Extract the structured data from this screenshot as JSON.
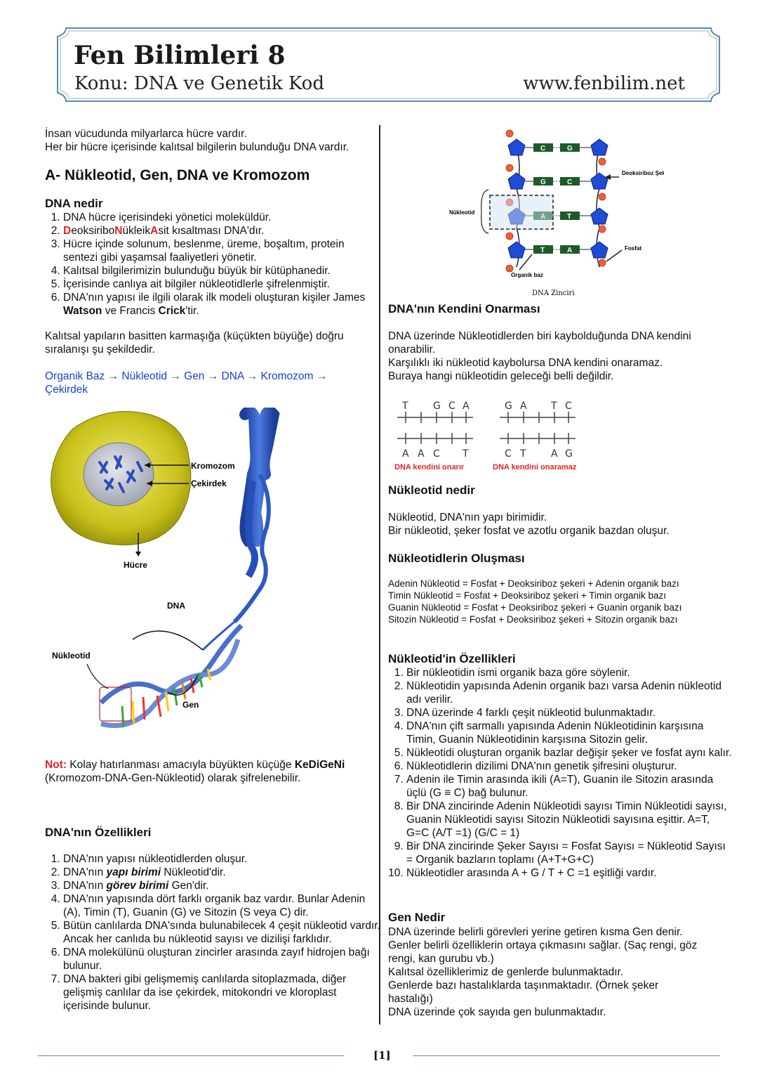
{
  "header": {
    "title": "Fen Bilimleri 8",
    "topic": "Konu: DNA ve Genetik Kod",
    "website": "www.fenbilim.net"
  },
  "left": {
    "intro_1": "İnsan vücudunda milyarlarca hücre vardır.",
    "intro_2": "Her bir hücre içerisinde kalıtsal bilgilerin bulunduğu DNA vardır.",
    "section_title": "A- Nükleotid, Gen, DNA ve Kromozom",
    "dna_nedir_title": "DNA nedir",
    "dna_nedir_items": [
      "DNA hücre içerisindeki yönetici moleküldür.",
      "",
      "Hücre içinde solunum, beslenme, üreme, boşaltım, protein sentezi gibi yaşamsal faaliyetleri yönetir.",
      "Kalıtsal bilgilerimizin bulunduğu büyük bir kütüphanedir.",
      "İçerisinde canlıya ait bilgiler nükleotidlerle şifrelenmiştir.",
      ""
    ],
    "acronym": {
      "d": "D",
      "p1": "eoksiribo",
      "n": "N",
      "p2": "ükleik",
      "a": "A",
      "p3": "sit kısaltması DNA'dır."
    },
    "item6": {
      "p1": "DNA'nın yapısı ile ilgili olarak ilk modeli oluşturan kişiler James ",
      "b1": "Watson",
      "p2": " ve Francis ",
      "b2": "Crick",
      "p3": "'tir."
    },
    "order_text": "Kalıtsal yapıların basitten karmaşığa (küçükten büyüğe) doğru sıralanışı şu şekildedir.",
    "order_chain": "Organik Baz  →  Nükleotid  →  Gen  →  DNA  →  Kromozom  →  Çekirdek",
    "figure_labels": {
      "kromozom": "Kromozom",
      "cekirdek": "Çekirdek",
      "hucre": "Hücre",
      "dna": "DNA",
      "nukleotid": "Nükleotid",
      "gen": "Gen"
    },
    "note": {
      "label": "Not:",
      "p1": " Kolay hatırlanması amacıyla büyükten küçüğe ",
      "b": "KeDiGeNi",
      "p2": " (Kromozom-DNA-Gen-Nükleotid) olarak şifrelenebilir."
    },
    "ozellik_title": "DNA'nın Özellikleri",
    "ozellik_items": [
      "DNA'nın yapısı nükleotidlerden oluşur.",
      "",
      "",
      "DNA'nın yapısında dört farklı organik baz vardır. Bunlar Adenin (A), Timin (T), Guanin (G) ve Sitozin (S veya C) dir.",
      "Bütün canlılarda DNA'sında bulunabilecek 4 çeşit nükleotid vardır. Ancak her canlıda bu nükleotid sayısı ve dizilişi farklıdır.",
      "DNA molekülünü oluşturan zincirler arasında zayıf hidrojen bağı bulunur.",
      "DNA bakteri gibi gelişmemiş canlılarda sitoplazmada, diğer gelişmiş canlılar da ise çekirdek, mitokondri ve kloroplast içerisinde bulunur."
    ],
    "oz2": {
      "p1": "DNA'nın ",
      "bi": "yapı birimi",
      "p2": " Nükleotid'dir."
    },
    "oz3": {
      "p1": "DNA'nın ",
      "bi": "görev birimi",
      "p2": " Gen'dir."
    }
  },
  "right": {
    "figure_labels": {
      "deoksiriboz": "Deoksiriboz Şekeri",
      "nukleotid": "Nükleotid",
      "fosfat": "Fosfat",
      "organik_baz": "Organik baz",
      "caption": "DNA Zinciri",
      "pairs": [
        [
          "C",
          "G"
        ],
        [
          "G",
          "C"
        ],
        [
          "A",
          "T"
        ],
        [
          "T",
          "A"
        ]
      ]
    },
    "onarma_title": "DNA'nın Kendini Onarması",
    "onarma_text": [
      "DNA üzerinde Nükleotidlerden biri kaybolduğunda DNA kendini onarabilir.",
      "Karşılıklı iki nükleotid kaybolursa DNA kendini onaramaz.",
      "Buraya hangi nükleotidin geleceği belli değildir."
    ],
    "repair_fig": {
      "left_top": [
        "T",
        "",
        "G",
        "C",
        "A"
      ],
      "left_bottom": [
        "A",
        "A",
        "C",
        "",
        "T"
      ],
      "right_top": [
        "G",
        "A",
        "",
        "T",
        "C"
      ],
      "right_bottom": [
        "C",
        "T",
        "",
        "A",
        "G"
      ],
      "left_caption": "DNA kendini onarır",
      "right_caption": "DNA kendini onaramaz"
    },
    "nukleotid_title": "Nükleotid nedir",
    "nukleotid_text": [
      "Nükleotid, DNA'nın yapı birimidir.",
      "Bir nükleotid, şeker fosfat ve azotlu organik bazdan oluşur."
    ],
    "olusma_title": "Nükleotidlerin Oluşması",
    "olusma_lines": [
      "Adenin Nükleotid = Fosfat + Deoksiriboz şekeri + Adenin organik bazı",
      "Timin Nükleotid = Fosfat + Deoksiriboz şekeri + Timin organik bazı",
      "Guanin Nükleotid = Fosfat + Deoksiriboz şekeri + Guanin organik bazı",
      "Sitozin Nükleotid = Fosfat + Deoksiriboz şekeri + Sitozin organik bazı"
    ],
    "ozellik_title": "Nükleotid'in Özellikleri",
    "ozellik_items": [
      "Bir nükleotidin ismi organik baza göre söylenir.",
      "Nükleotidin yapısında Adenin organik bazı varsa Adenin nükleotid adı verilir.",
      "DNA üzerinde 4 farklı çeşit nükleotid bulunmaktadır.",
      "DNA'nın çift sarmallı yapısında Adenin Nükleotidinin karşısına Timin, Guanin Nükleotidinin karşısına Sitozin gelir.",
      "Nükleotidi oluşturan organik bazlar değişir şeker ve fosfat aynı kalır.",
      "Nükleotidlerin dizilimi DNA'nın genetik şifresini oluşturur.",
      "Adenin ile Timin arasında ikili (A=T), Guanin ile Sitozin arasında üçlü (G ≡ C) bağ bulunur.",
      "Bir DNA zincirinde Adenin Nükleotidi sayısı Timin Nükleotidi sayısı, Guanin Nükleotidi sayısı Sitozin Nükleotidi sayısına eşittir. A=T, G=C   (A/T =1)  (G/C = 1)",
      "Bir DNA zincirinde Şeker Sayısı = Fosfat Sayısı = Nükleotid Sayısı = Organik bazların toplamı (A+T+G+C)",
      "Nükleotidler arasında A + G / T + C =1 eşitliği vardır."
    ],
    "gen_title": "Gen Nedir",
    "gen_text": [
      "DNA üzerinde belirli görevleri yerine getiren kısma Gen denir.",
      "Genler belirli özelliklerin ortaya çıkmasını sağlar. (Saç rengi, göz rengi, kan gurubu vb.)",
      "Kalıtsal özelliklerimiz de genlerde bulunmaktadır.",
      "Genlerde bazı hastalıklarda taşınmaktadır. (Örnek şeker hastalığı)",
      "DNA üzerinde çok sayıda  gen bulunmaktadır."
    ]
  },
  "footer": {
    "page": "[1]"
  }
}
